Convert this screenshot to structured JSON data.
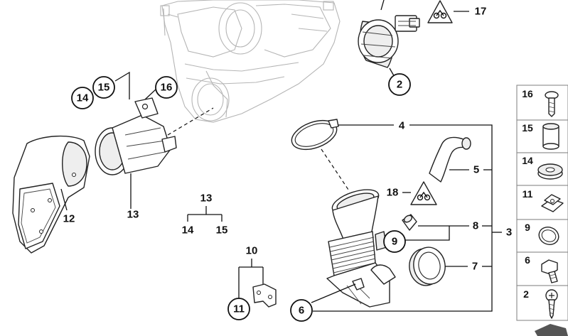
{
  "diagram": {
    "callouts": {
      "c2": "2",
      "c3": "3",
      "c4": "4",
      "c5": "5",
      "c6": "6",
      "c7": "7",
      "c8": "8",
      "c9": "9",
      "c10": "10",
      "c11": "11",
      "c12": "12",
      "c13_part": "13",
      "c13_group": "13",
      "c13_sub14": "14",
      "c13_sub15": "15",
      "c14": "14",
      "c15": "15",
      "c16": "16",
      "c17": "17",
      "c18": "18"
    },
    "legend": [
      "16",
      "15",
      "14",
      "11",
      "9",
      "6",
      "2"
    ]
  }
}
